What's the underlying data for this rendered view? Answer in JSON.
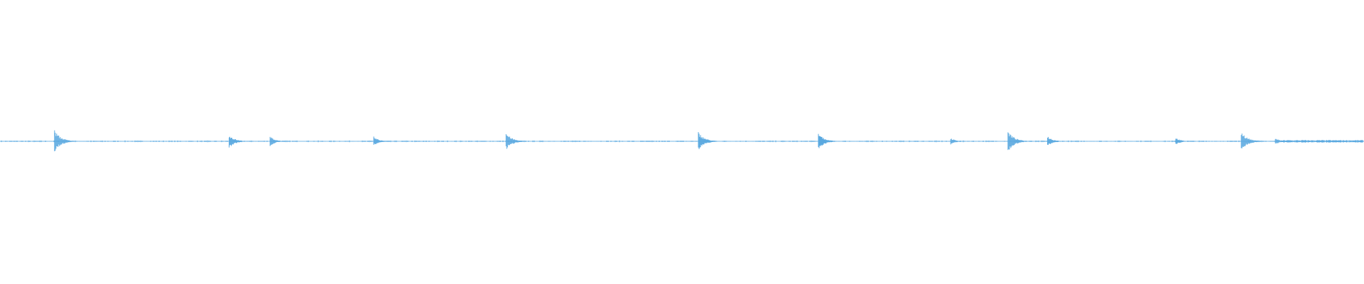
{
  "waveform": {
    "color": "#5aa9e0",
    "background": "#ffffff",
    "duration_fraction_onsets": [
      0.04,
      0.168,
      0.198,
      0.274,
      0.371,
      0.512,
      0.6,
      0.697,
      0.739,
      0.768,
      0.862,
      0.91,
      0.935
    ],
    "onset_strengths": [
      1.0,
      0.62,
      0.45,
      0.42,
      0.78,
      0.85,
      0.75,
      0.3,
      0.95,
      0.48,
      0.32,
      0.9,
      0.3
    ]
  }
}
